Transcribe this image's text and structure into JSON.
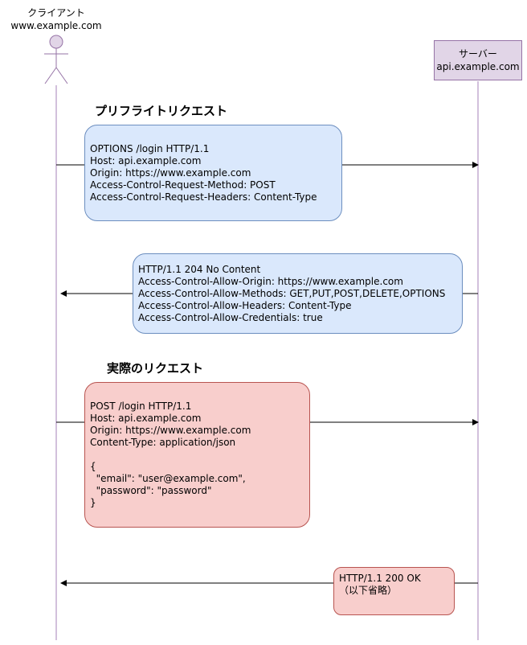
{
  "client": {
    "line1": "クライアント",
    "line2": "www.example.com"
  },
  "server": {
    "line1": "サーバー",
    "line2": "api.example.com"
  },
  "preflight_heading": "プリフライトリクエスト",
  "actual_heading": "実際のリクエスト",
  "preflight_request": [
    "OPTIONS /login HTTP/1.1",
    "Host: api.example.com",
    "Origin: https://www.example.com",
    "Access-Control-Request-Method: POST",
    "Access-Control-Request-Headers: Content-Type"
  ],
  "preflight_response": [
    "HTTP/1.1 204 No Content",
    "Access-Control-Allow-Origin: https://www.example.com",
    "Access-Control-Allow-Methods: GET,PUT,POST,DELETE,OPTIONS",
    "Access-Control-Allow-Headers: Content-Type",
    "Access-Control-Allow-Credentials: true"
  ],
  "actual_request": [
    "POST /login HTTP/1.1",
    "Host: api.example.com",
    "Origin: https://www.example.com",
    "Content-Type: application/json",
    "",
    "{",
    "  \"email\": \"user@example.com\",",
    "  \"password\": \"password\"",
    "}"
  ],
  "actual_response": [
    "HTTP/1.1 200 OK",
    "（以下省略）"
  ],
  "colors": {
    "request_fill": "#dae8fc",
    "request_stroke": "#6c8ebf",
    "actual_fill": "#f8cecc",
    "actual_stroke": "#b85450",
    "server_fill": "#e1d5e7",
    "server_stroke": "#9673a6",
    "lifeline": "#a680b8"
  }
}
